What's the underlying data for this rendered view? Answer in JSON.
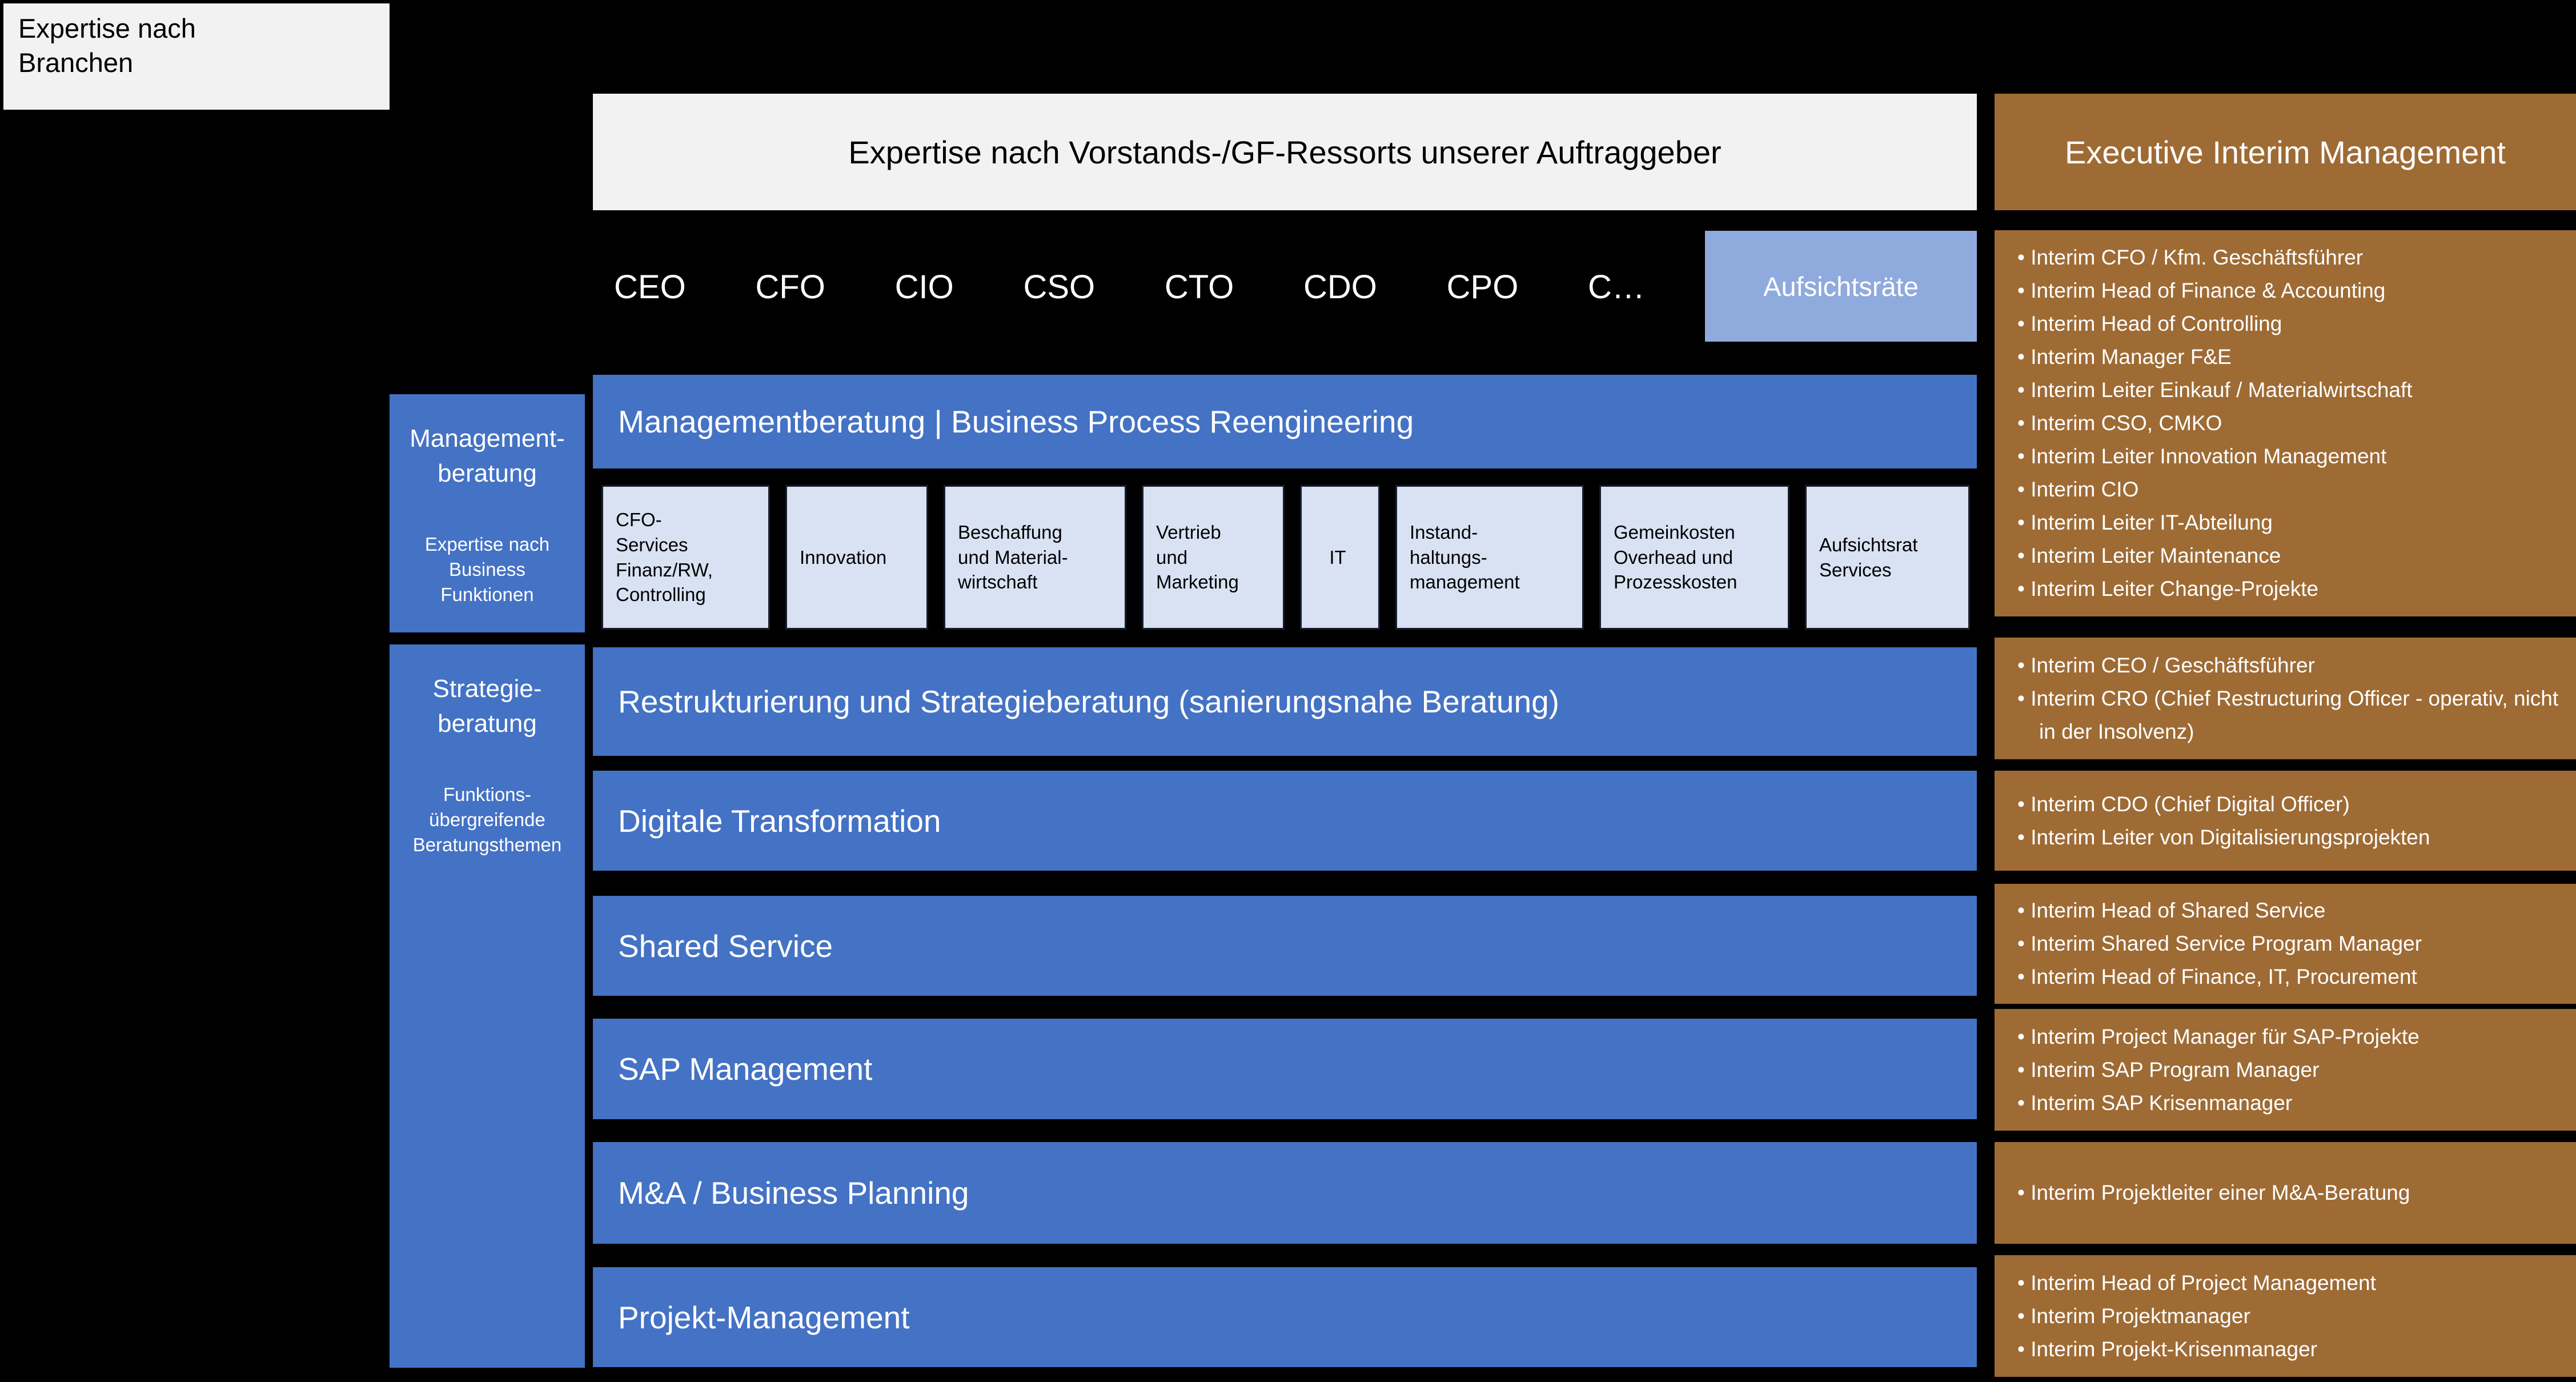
{
  "page": {
    "branchen_title": "Expertise nach\nBranchen",
    "ressorts_title": "Expertise nach Vorstands-/GF-Ressorts unserer Auftraggeber",
    "interim_title": "Executive Interim Management"
  },
  "csuite": {
    "roles": [
      "CEO",
      "CFO",
      "CIO",
      "CSO",
      "CTO",
      "CDO",
      "CPO",
      "C…"
    ],
    "aufsichtsraete": "Aufsichtsräte"
  },
  "left_columns": [
    {
      "title": "Management-\nberatung",
      "subtitle": "Expertise nach\nBusiness\nFunktionen"
    },
    {
      "title": "Strategie-\nberatung",
      "subtitle": "Funktions-\nübergreifende\nBeratungsthemen"
    }
  ],
  "rows": [
    {
      "title": "Managementberatung | Business Process Reengineering"
    },
    {
      "title": "Restrukturierung und Strategieberatung (sanierungsnahe Beratung)"
    },
    {
      "title": "Digitale Transformation"
    },
    {
      "title": "Shared Service"
    },
    {
      "title": "SAP Management"
    },
    {
      "title": "M&A / Business Planning"
    },
    {
      "title": "Projekt-Management"
    }
  ],
  "function_boxes": [
    "CFO-\nServices\nFinanz/RW,\nControlling",
    "Innovation",
    "Beschaffung\nund Material-\nwirtschaft",
    "Vertrieb\nund\nMarketing",
    "IT",
    "Instand-\nhaltungs-\nmanagement",
    "Gemeinkosten\nOverhead und\nProzesskosten",
    "Aufsichtsrat\nServices"
  ],
  "interim_boxes": [
    {
      "items": [
        "Interim CFO / Kfm. Geschäftsführer",
        "Interim Head of Finance & Accounting",
        "Interim Head of Controlling",
        "Interim Manager F&E",
        "Interim Leiter Einkauf / Materialwirtschaft",
        "Interim CSO, CMKO",
        "Interim Leiter Innovation Management",
        "Interim CIO",
        "Interim Leiter IT-Abteilung",
        "Interim Leiter Maintenance",
        "Interim Leiter Change-Projekte"
      ]
    },
    {
      "items": [
        "Interim CEO / Geschäftsführer",
        "Interim CRO (Chief Restructuring Officer - operativ, nicht in der Insolvenz)"
      ]
    },
    {
      "items": [
        "Interim CDO (Chief Digital Officer)",
        "Interim Leiter von Digitalisierungsprojekten"
      ]
    },
    {
      "items": [
        "Interim Head of Shared Service",
        "Interim Shared Service Program Manager",
        "Interim Head of Finance, IT, Procurement"
      ]
    },
    {
      "items": [
        "Interim Project Manager für SAP-Projekte",
        "Interim SAP Program Manager",
        "Interim SAP Krisenmanager"
      ]
    },
    {
      "items": [
        "Interim Projektleiter einer M&A-Beratung"
      ]
    },
    {
      "items": [
        "Interim Head of Project Management",
        "Interim Projektmanager",
        "Interim Projekt-Krisenmanager"
      ]
    }
  ],
  "colors": {
    "background": "#000000",
    "blue": "#4472C4",
    "light_blue": "#8FAADC",
    "pale_blue": "#D9E2F3",
    "brown": "#9E6B35",
    "light_gray": "#F2F2F2"
  }
}
